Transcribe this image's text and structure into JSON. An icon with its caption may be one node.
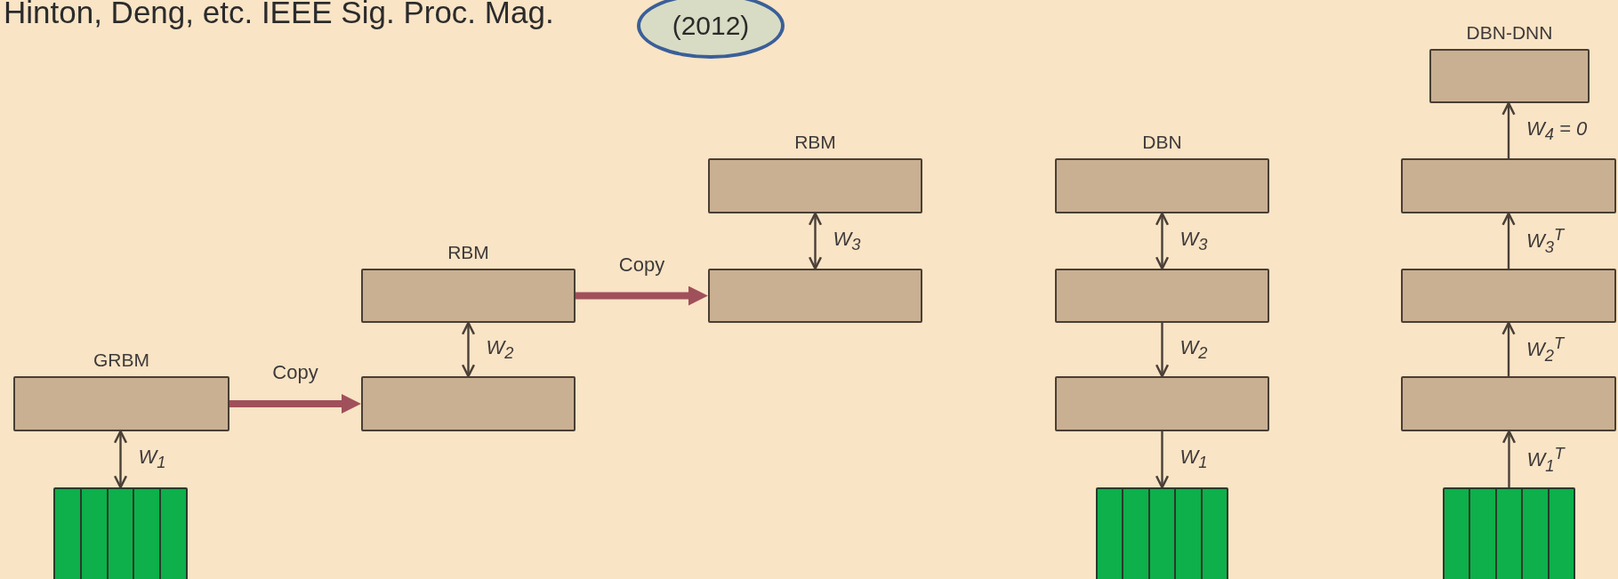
{
  "diagram": {
    "title": "Hinton, Deng, etc. IEEE Sig. Proc. Mag.",
    "nodes": [
      {
        "text": [
          "(2012)"
        ]
      },
      {
        "text": [
          "GRBM"
        ]
      },
      {
        "text": [],
        "shape": "box"
      },
      {
        "text": [
          "RBM"
        ]
      },
      {
        "text": [],
        "shape": "box"
      },
      {
        "text": [
          "RBM"
        ]
      },
      {
        "text": [],
        "shape": "box"
      },
      {
        "text": [
          "DBN"
        ]
      },
      {
        "text": [],
        "shape": "box"
      },
      {
        "text": [],
        "shape": "box"
      },
      {
        "text": [],
        "shape": "box"
      },
      {
        "text": [
          "DBN-DNN"
        ]
      },
      {
        "text": [],
        "shape": "box"
      },
      {
        "text": [],
        "shape": "box"
      },
      {
        "text": [],
        "shape": "box"
      },
      {
        "text": [],
        "shape": "box"
      }
    ],
    "edges": [
      {
        "from": 2,
        "to": 1,
        "arrow": "both",
        "label": "W$_{1}$"
      },
      {
        "from": 1,
        "to": 4,
        "arrow": "to",
        "label": "Copy",
        "style": "thick",
        "color": "#a0505a"
      },
      {
        "from": 4,
        "to": 3,
        "arrow": "both",
        "label": "W$_{2}$"
      },
      {
        "from": 3,
        "to": 6,
        "arrow": "to",
        "label": "Copy",
        "style": "thick",
        "color": "#a0505a"
      },
      {
        "from": 6,
        "to": 5,
        "arrow": "both",
        "label": "W$_{3}$"
      },
      {
        "from": 8,
        "to": 7,
        "arrow": "both",
        "label": "W$_{3}$"
      },
      {
        "from": 8,
        "to": 9,
        "arrow": "to",
        "label": "W$_{2}$"
      },
      {
        "from": 9,
        "to": 10,
        "arrow": "to",
        "label": "W$_{1}$"
      },
      {
        "from": 15,
        "to": 14,
        "arrow": "to",
        "label": "W$_{1}$$^{T}$"
      },
      {
        "from": 14,
        "to": 13,
        "arrow": "to",
        "label": "W$_{2}$$^{T}$"
      },
      {
        "from": 13,
        "to": 12,
        "arrow": "to",
        "label": "W$_{3}$$^{T}$"
      },
      {
        "from": 12,
        "to": 11,
        "arrow": "to",
        "label": "W$_{4}$ = 0"
      }
    ]
  }
}
